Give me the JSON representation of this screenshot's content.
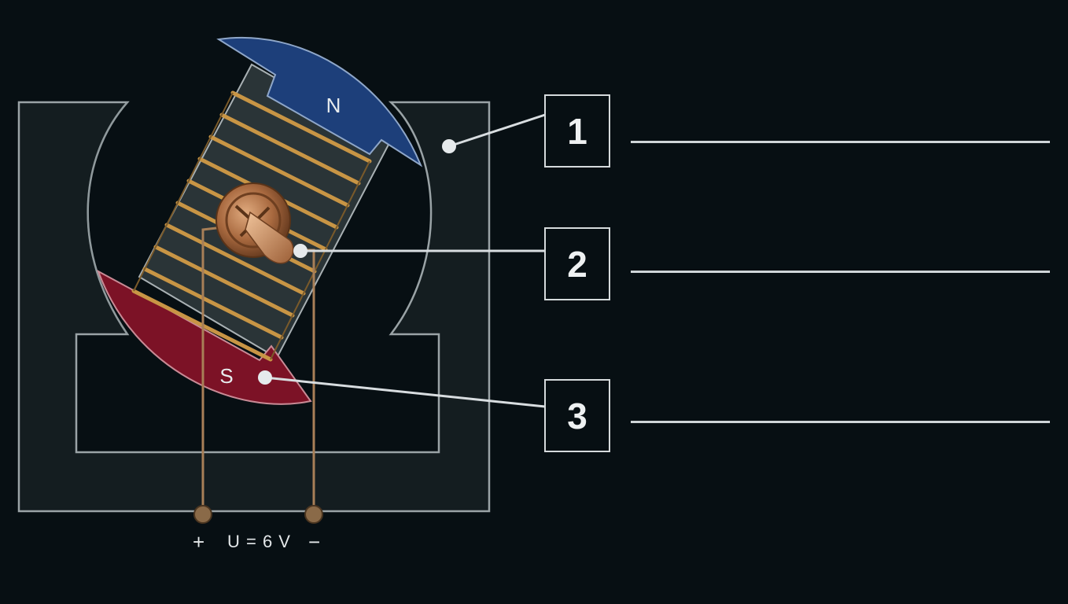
{
  "poles": {
    "north": "N",
    "south": "S"
  },
  "supply": {
    "plus": "+",
    "voltage": "U = 6 V",
    "minus": "−"
  },
  "callouts": [
    {
      "number": "1"
    },
    {
      "number": "2"
    },
    {
      "number": "3"
    }
  ],
  "colors": {
    "background": "#070f13",
    "north_pole": "#1d3f7a",
    "south_pole": "#7c1226",
    "coil_wire": "#c89545",
    "commutator": "#b87a55",
    "frame_outline": "#9aa3a6"
  }
}
